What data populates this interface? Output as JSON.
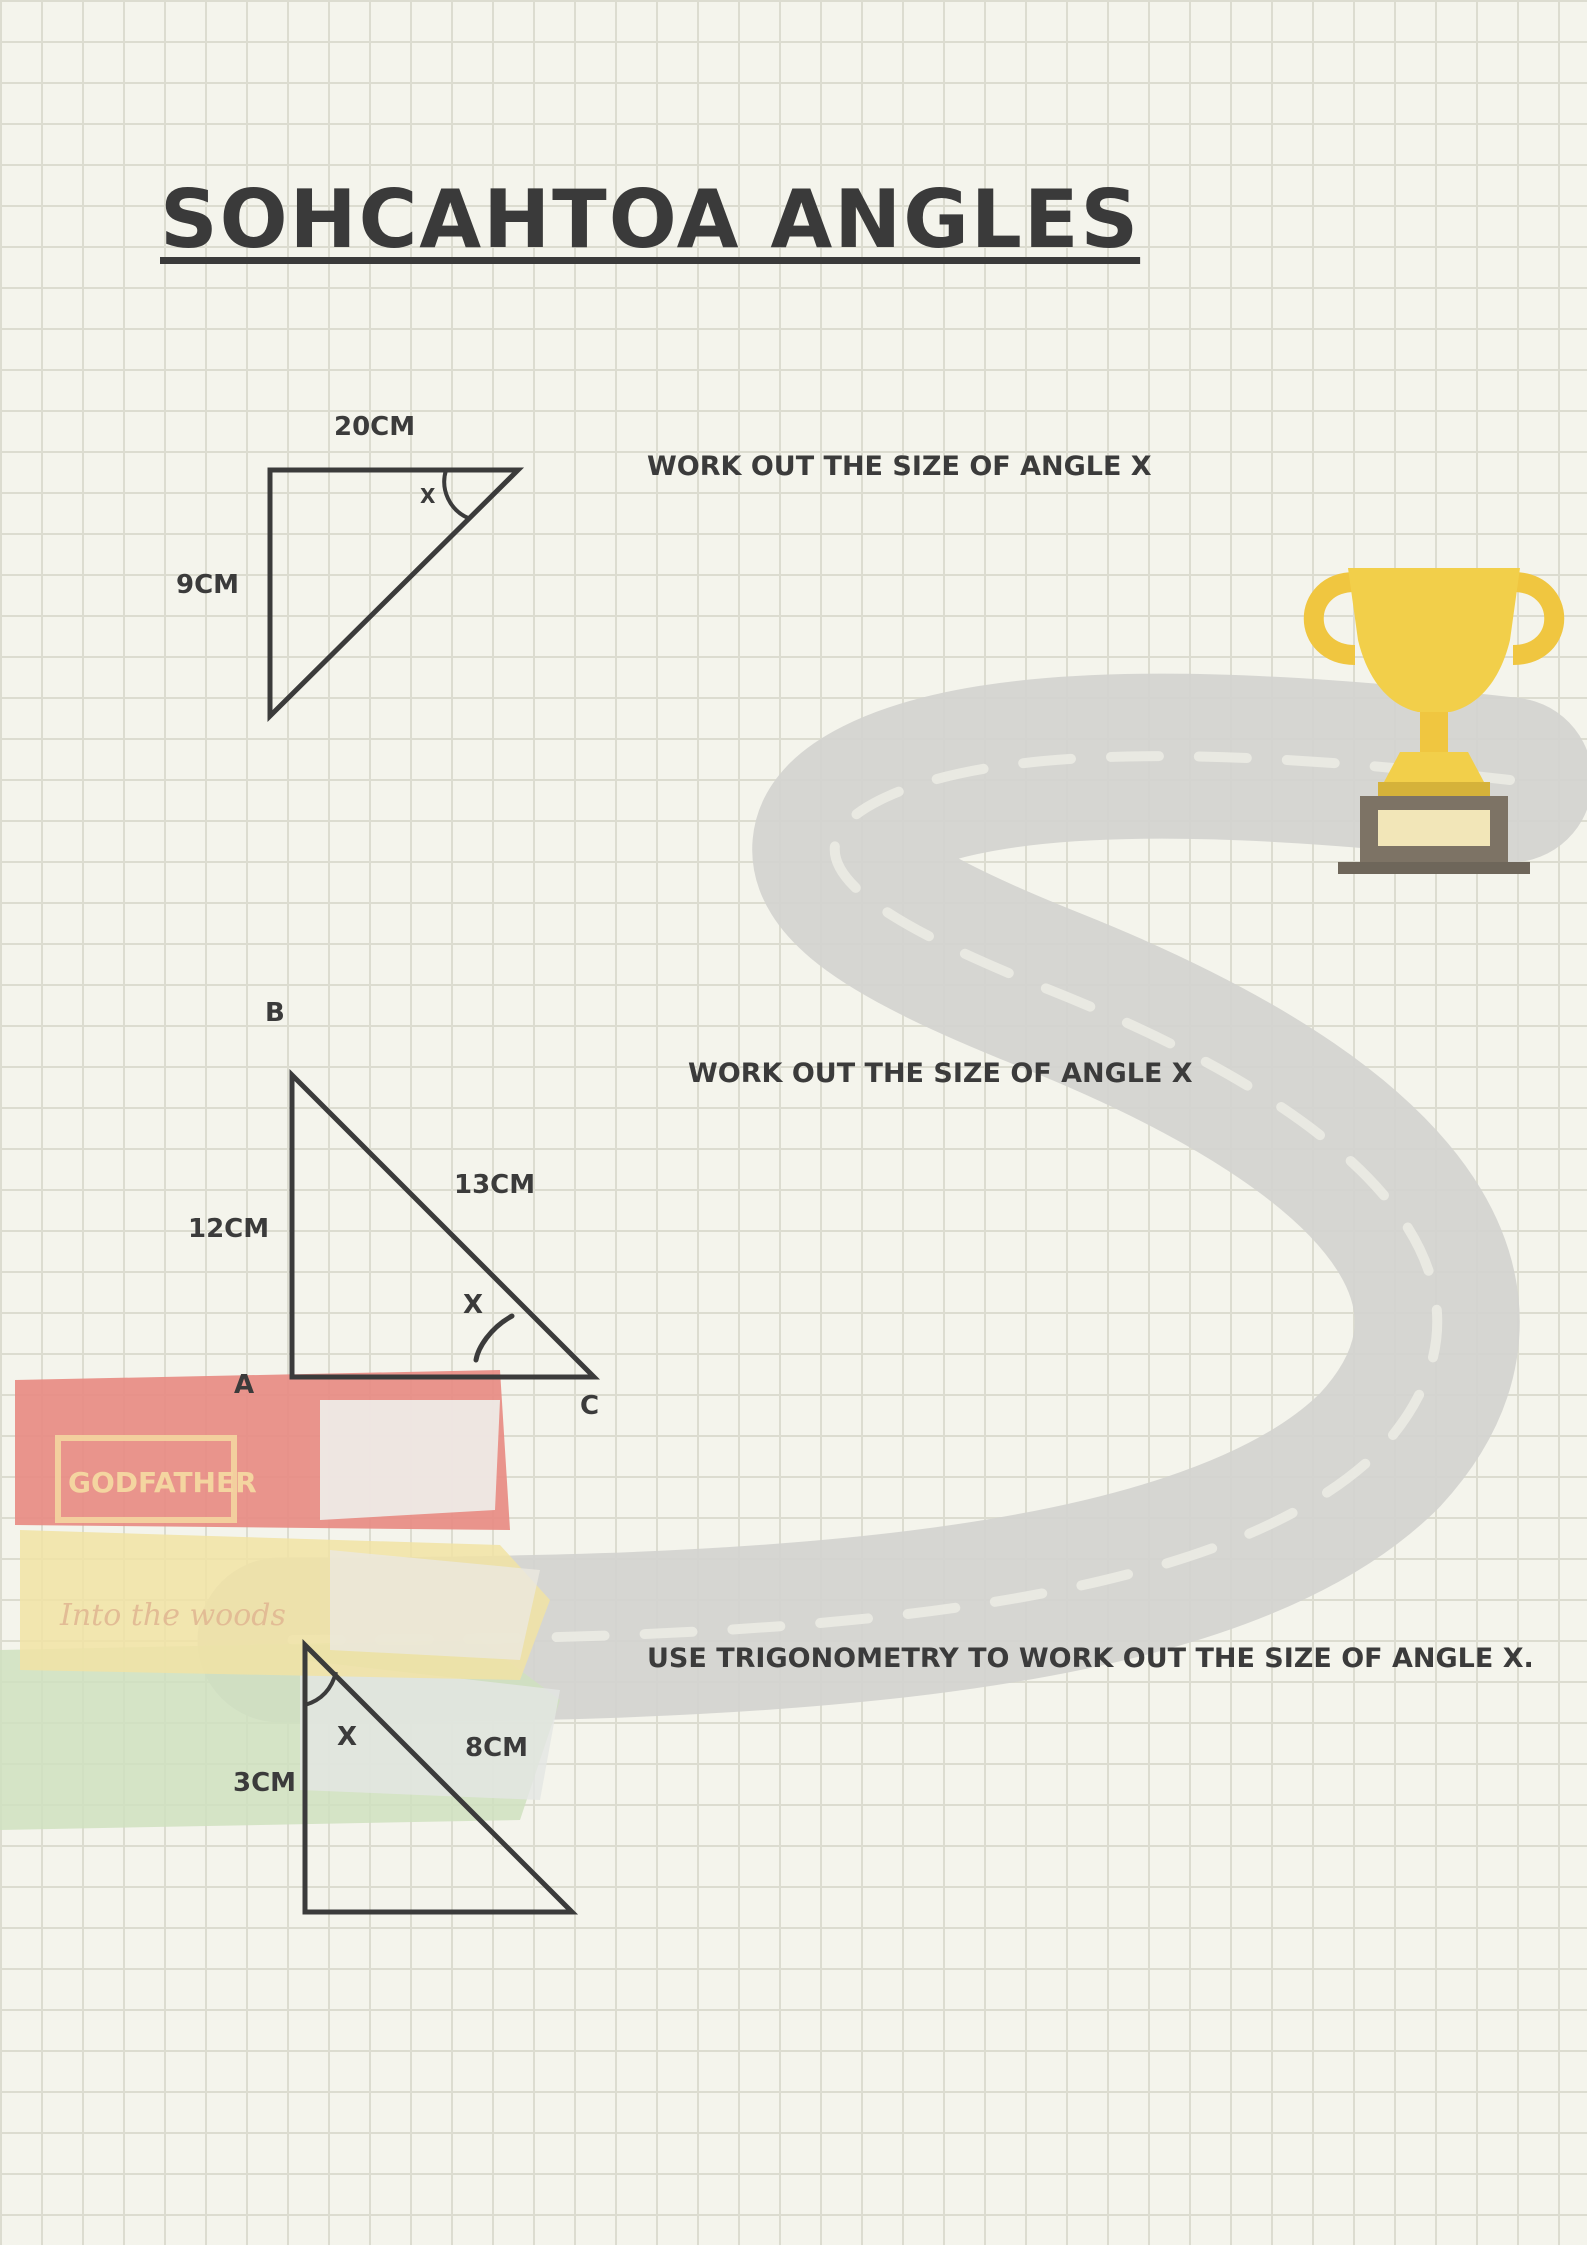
{
  "worksheet": {
    "title": "SOHCAHTOA ANGLES",
    "questions": [
      {
        "instruction": "WORK OUT THE SIZE OF ANGLE X",
        "labels": {
          "top": "20CM",
          "left": "9CM",
          "angle": "X"
        }
      },
      {
        "instruction": "WORK OUT THE SIZE OF ANGLE X",
        "labels": {
          "vertex_top": "B",
          "vertex_bottom_left": "A",
          "vertex_bottom_right": "C",
          "hypotenuse": "13CM",
          "left": "12CM",
          "angle": "X"
        }
      },
      {
        "instruction": "USE TRIGONOMETRY TO WORK OUT THE SIZE OF ANGLE X.",
        "labels": {
          "left": "3CM",
          "hypotenuse": "8CM",
          "angle": "X"
        }
      }
    ]
  },
  "decorations": {
    "book_titles": [
      "GODFATHER",
      "Into the woods"
    ],
    "icons": [
      "road-illustration",
      "trophy-icon",
      "books-stack-illustration"
    ],
    "colors": {
      "ink": "#3b3b3b",
      "road": "#cfcfcc",
      "trophy_gold": "#f2cf4a",
      "book_red": "#e88a82",
      "book_yellow": "#f1e3a4",
      "book_green": "#cfe0bf"
    }
  }
}
